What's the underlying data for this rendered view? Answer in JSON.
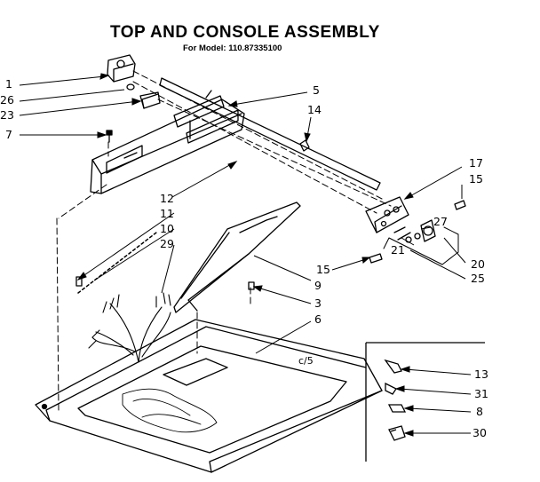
{
  "title": "TOP AND CONSOLE ASSEMBLY",
  "subtitle": "For Model: 110.87335100",
  "corner_mark": "c/5",
  "callouts": {
    "p1": "1",
    "p26": "26",
    "p23": "23",
    "p7": "7",
    "p5": "5",
    "p14": "14",
    "p17": "17",
    "p15a": "15",
    "p27": "27",
    "p21": "21",
    "p20": "20",
    "p25": "25",
    "p12": "12",
    "p11": "11",
    "p10": "10",
    "p29": "29",
    "p15b": "15",
    "p9": "9",
    "p3": "3",
    "p6": "6",
    "p13": "13",
    "p31": "31",
    "p8": "8",
    "p30": "30"
  }
}
